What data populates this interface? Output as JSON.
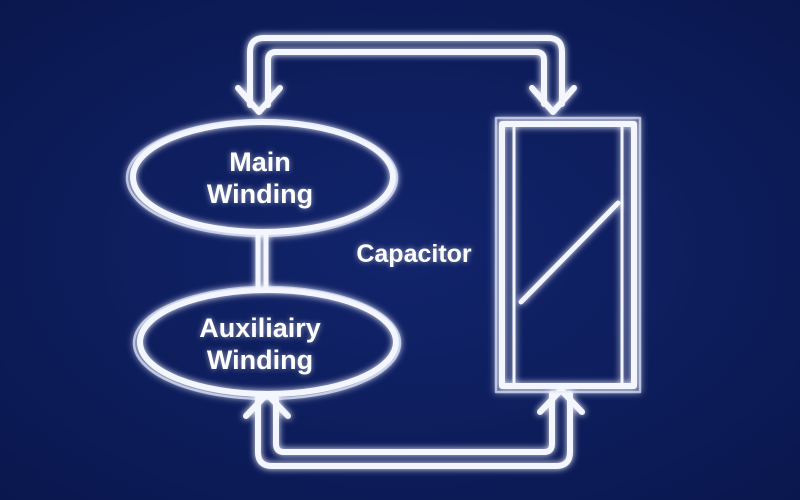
{
  "nodes": {
    "main_winding": {
      "line1": "Main",
      "line2": "Winding"
    },
    "auxiliary_winding": {
      "line1": "Auxiliairy",
      "line2": "Winding"
    },
    "capacitor": {
      "label": "Capacitor"
    }
  },
  "colors": {
    "background": "#0d1d5c",
    "chalk": "#f4f6ff"
  }
}
